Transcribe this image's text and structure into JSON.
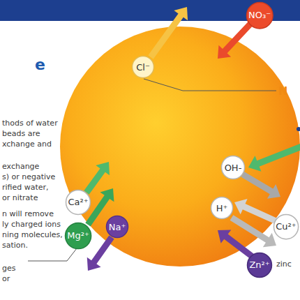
{
  "diagram": {
    "nodes": [
      {
        "text": [
          "NO₃⁻"
        ]
      },
      {
        "text": [
          "Cl⁻"
        ]
      },
      {
        "text": [
          "OH-"
        ]
      },
      {
        "text": [
          "Ca²⁺"
        ]
      },
      {
        "text": [
          "H⁺"
        ]
      },
      {
        "text": [
          "Na⁺"
        ]
      },
      {
        "text": [
          "Cu²⁺"
        ]
      },
      {
        "text": [
          "Mg²⁺"
        ]
      },
      {
        "text": [
          "Zn²⁺"
        ]
      }
    ],
    "labels": [
      "e",
      "thods of water",
      "beads are",
      "xchange and",
      "exchange",
      "s) or negative",
      "rified water,",
      "or nitrate",
      "n will remove",
      "ly charged ions",
      "ning molecules,",
      "sation.",
      "ges",
      "or",
      "N",
      "zinc"
    ]
  }
}
